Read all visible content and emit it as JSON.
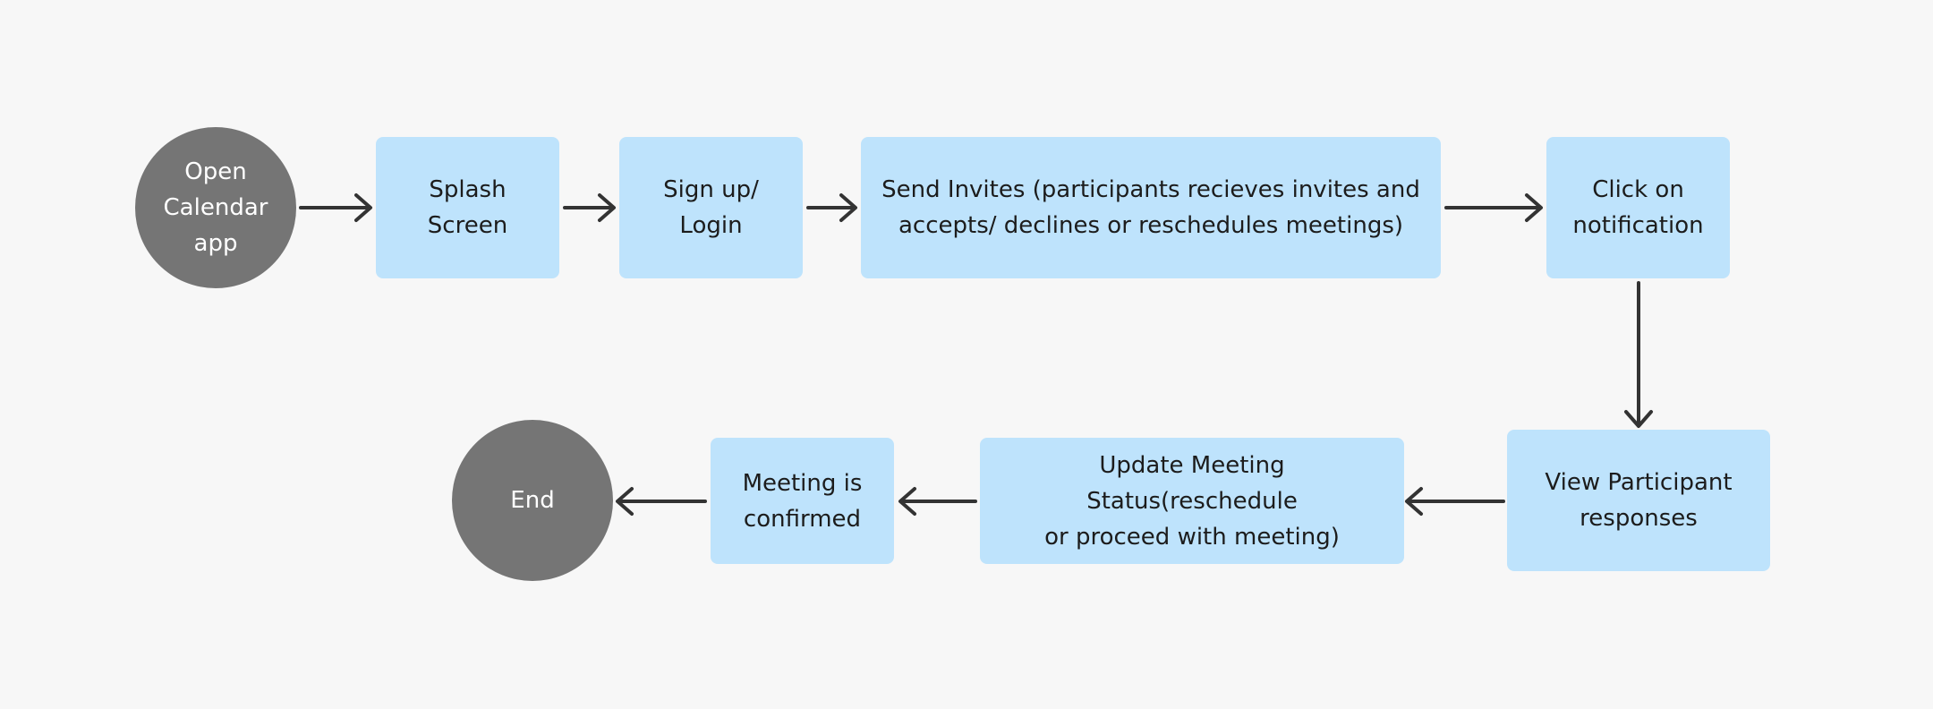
{
  "diagram": {
    "nodes": {
      "start": "Open\nCalendar\napp",
      "splash": "Splash\nScreen",
      "signup": "Sign up/\nLogin",
      "invites": "Send Invites (participants recieves invites and\naccepts/ declines or reschedules meetings)",
      "notification": "Click on\nnotification",
      "responses": "View Participant\nresponses",
      "update_status": "Update Meeting Status(reschedule\nor proceed with meeting)",
      "confirmed": "Meeting is\nconfirmed",
      "end": "End"
    },
    "edges": [
      [
        "start",
        "splash"
      ],
      [
        "splash",
        "signup"
      ],
      [
        "signup",
        "invites"
      ],
      [
        "invites",
        "notification"
      ],
      [
        "notification",
        "responses"
      ],
      [
        "responses",
        "update_status"
      ],
      [
        "update_status",
        "confirmed"
      ],
      [
        "confirmed",
        "end"
      ]
    ],
    "colors": {
      "background": "#f7f7f7",
      "box_fill": "#bee3fc",
      "circle_fill": "#757575",
      "arrow": "#333333",
      "box_text": "#1c1c1c",
      "circle_text": "#ffffff"
    }
  }
}
